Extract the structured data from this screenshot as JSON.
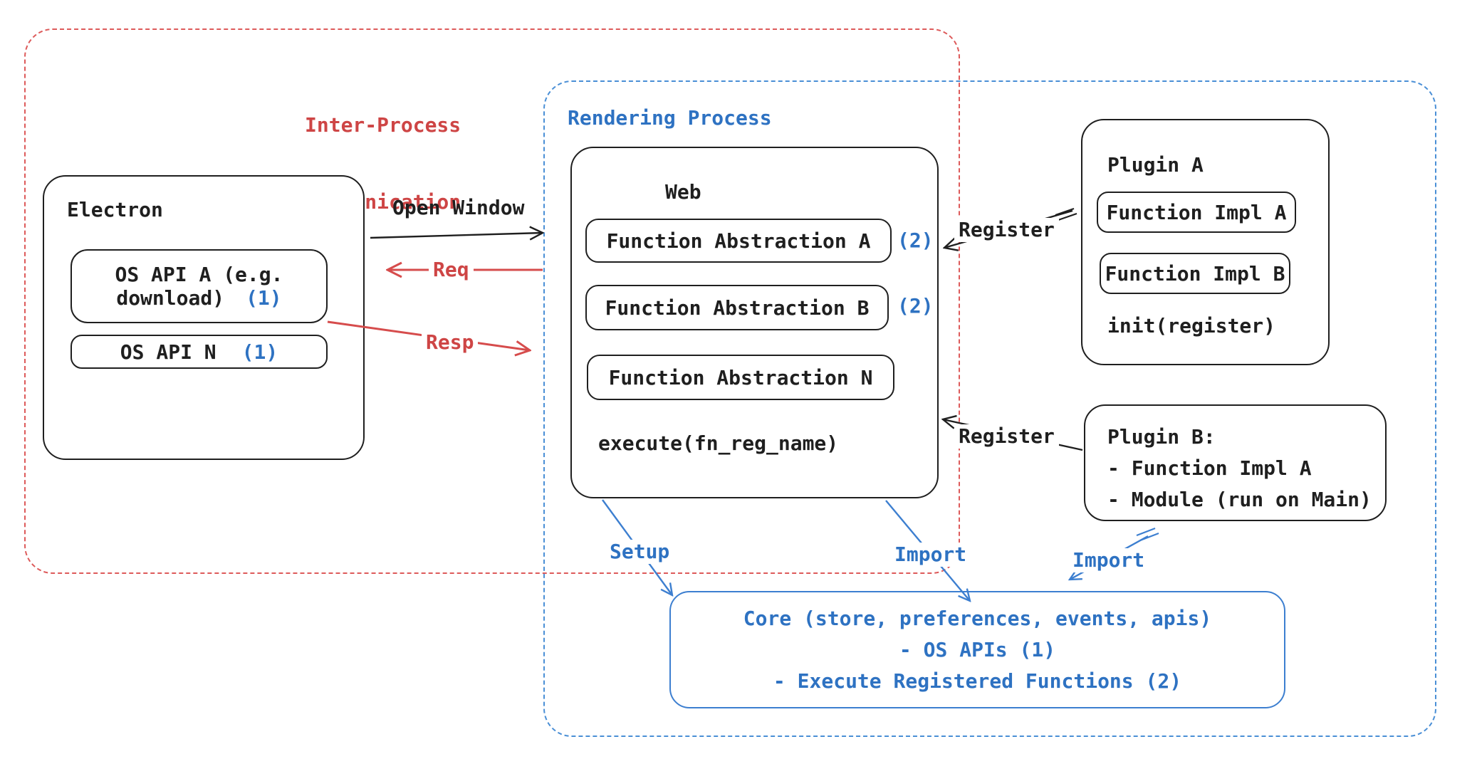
{
  "colors": {
    "stroke_black": "#1f1f1f",
    "red": "#ce4545",
    "red_dash": "#dd5a5a",
    "blue": "#2e72c2",
    "blue_dash": "#4a8fd6",
    "core_border": "#3d7fd0",
    "background": "#ffffff"
  },
  "groups": {
    "ipc": {
      "label_line1": "Inter-Process",
      "label_line2": "Communication"
    },
    "rendering": {
      "label": "Rendering Process"
    }
  },
  "nodes": {
    "electron": {
      "title": "Electron",
      "os_api_a": {
        "line1": "OS API A (e.g.",
        "line2": "download)",
        "badge": "(1)"
      },
      "os_api_n": {
        "label": "OS API N",
        "badge": "(1)"
      }
    },
    "web": {
      "title": "Web",
      "fn_a": {
        "label": "Function Abstraction A",
        "badge": "(2)"
      },
      "fn_b": {
        "label": "Function Abstraction B",
        "badge": "(2)"
      },
      "fn_n": {
        "label": "Function Abstraction N"
      },
      "footer": "execute(fn_reg_name)"
    },
    "plugin_a": {
      "title": "Plugin A",
      "impl_a": "Function Impl A",
      "impl_b": "Function Impl B",
      "footer": "init(register)"
    },
    "plugin_b": {
      "line1": "Plugin B:",
      "line2": "- Function Impl A",
      "line3": "- Module (run on Main)"
    },
    "core": {
      "line1": "Core (store, preferences, events, apis)",
      "line2": "- OS APIs (1)",
      "line3": "- Execute Registered Functions (2)"
    }
  },
  "arrows": {
    "open_window": {
      "label": "Open Window"
    },
    "req": {
      "label": "Req"
    },
    "resp": {
      "label": "Resp"
    },
    "register_top": {
      "label": "Register"
    },
    "register_bottom": {
      "label": "Register"
    },
    "setup": {
      "label": "Setup"
    },
    "import_web": {
      "label": "Import"
    },
    "import_plugin": {
      "label": "Import"
    }
  }
}
